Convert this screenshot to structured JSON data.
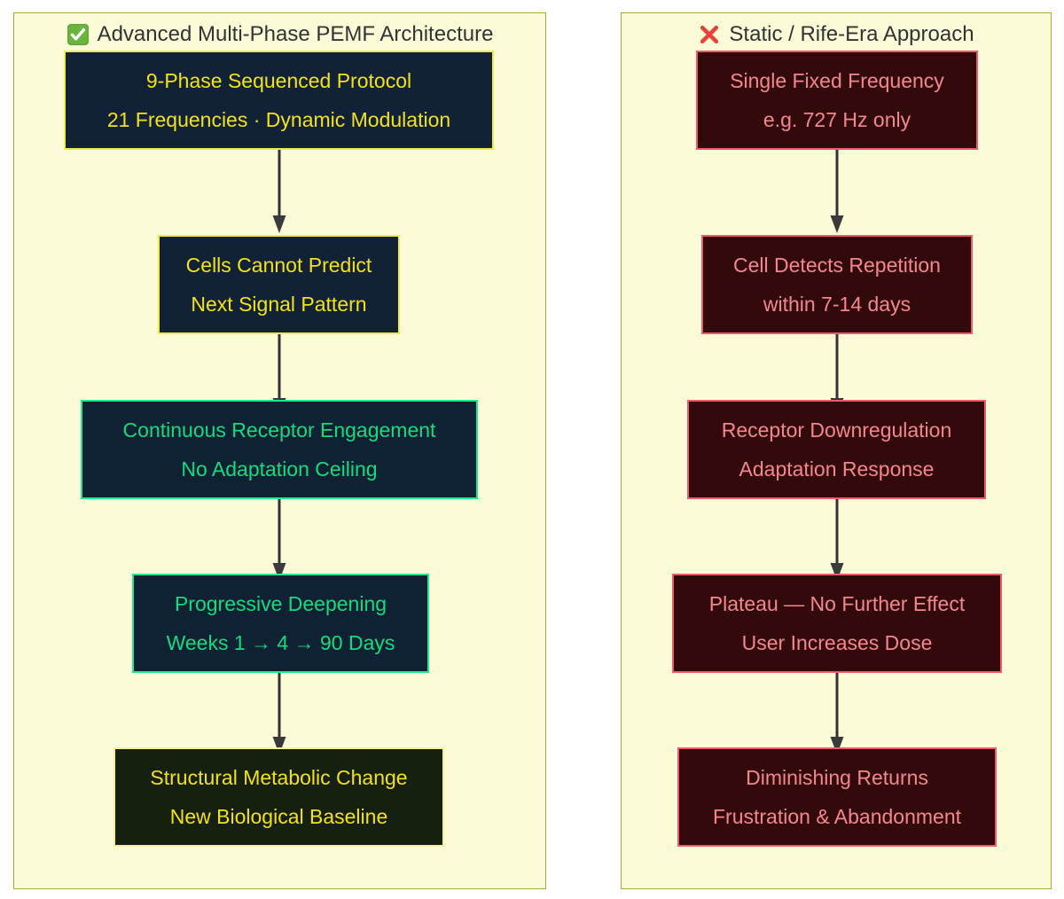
{
  "theme": {
    "page_background": "#ffffff",
    "panel_background": "#fbfbd8",
    "panel_border": "#aaaa33",
    "header_text": "#333333",
    "connector": "#333333",
    "navy_fill": "#122236",
    "navy_green_fill": "#0e2233",
    "black_fill": "#16200f",
    "maroon_fill": "#330a0c",
    "yellow_text": "#f2e11c",
    "green_text": "#16db7e",
    "pink_text": "#f4868f",
    "yellow_border": "#f2e94b",
    "green_border": "#20e88f",
    "pink_border": "#ef5a6b"
  },
  "panels": [
    {
      "id": "left",
      "icon": "white-heavy-check-mark-icon",
      "title": "Advanced Multi-Phase PEMF Architecture",
      "nodes": [
        {
          "line1": "9-Phase Sequenced Protocol",
          "line2": "21 Frequencies · Dynamic Modulation",
          "style": "navy-yellow"
        },
        {
          "line1": "Cells Cannot Predict",
          "line2": "Next Signal Pattern",
          "style": "navy-yellow"
        },
        {
          "line1": "Continuous Receptor Engagement",
          "line2": "No Adaptation Ceiling",
          "style": "navy-green"
        },
        {
          "line1": "Progressive Deepening",
          "line2": "Weeks 1 → 4 → 90 Days",
          "style": "navy-green"
        },
        {
          "line1": "Structural Metabolic Change",
          "line2": "New Biological Baseline",
          "style": "black-yellow"
        }
      ]
    },
    {
      "id": "right",
      "icon": "cross-mark-icon",
      "title": "Static / Rife-Era Approach",
      "nodes": [
        {
          "line1": "Single Fixed Frequency",
          "line2": "e.g. 727 Hz only",
          "style": "maroon"
        },
        {
          "line1": "Cell Detects Repetition",
          "line2": "within 7-14 days",
          "style": "maroon"
        },
        {
          "line1": "Receptor Downregulation",
          "line2": "Adaptation Response",
          "style": "maroon"
        },
        {
          "line1": "Plateau — No Further Effect",
          "line2": "User Increases Dose",
          "style": "maroon"
        },
        {
          "line1": "Diminishing Returns",
          "line2": "Frustration & Abandonment",
          "style": "maroon"
        }
      ]
    }
  ]
}
